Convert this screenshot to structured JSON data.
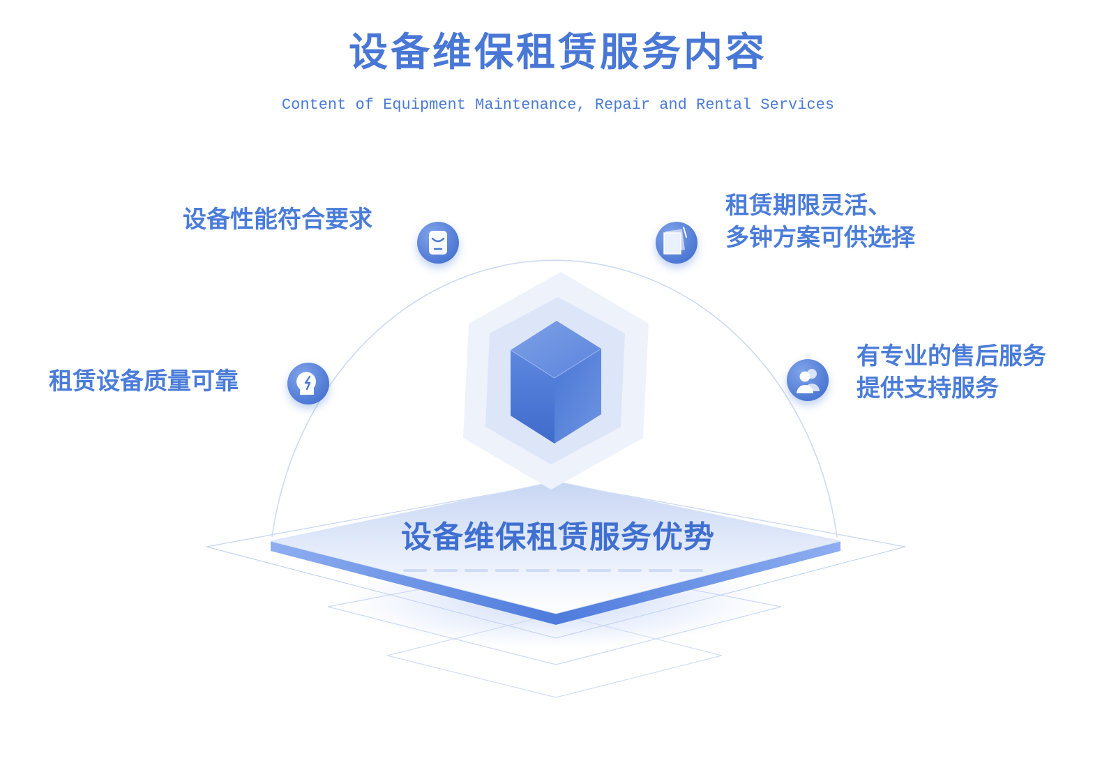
{
  "header": {
    "title": "设备维保租赁服务内容",
    "subtitle": "Content of Equipment Maintenance, Repair and Rental Services"
  },
  "center": {
    "label": "设备维保租赁服务优势",
    "icon": "cube-icon"
  },
  "features": [
    {
      "lines": [
        "设备性能符合要求"
      ],
      "icon": "device-icon"
    },
    {
      "lines": [
        "租赁期限灵活、",
        "多钟方案可供选择"
      ],
      "icon": "document-icon"
    },
    {
      "lines": [
        "租赁设备质量可靠"
      ],
      "icon": "lightbulb-head-icon"
    },
    {
      "lines": [
        "有专业的售后服务",
        "提供支持服务"
      ],
      "icon": "users-icon"
    }
  ],
  "colors": {
    "primary": "#4877d6",
    "text_blue": "#4a7cd9",
    "arc": "#c9d7f3",
    "hexagon_outer": "#eef2fb",
    "hexagon_inner": "#dce5f7",
    "cube_top": "#6790e0",
    "cube_left": "#5a84dc",
    "cube_right": "#4a75d3"
  }
}
